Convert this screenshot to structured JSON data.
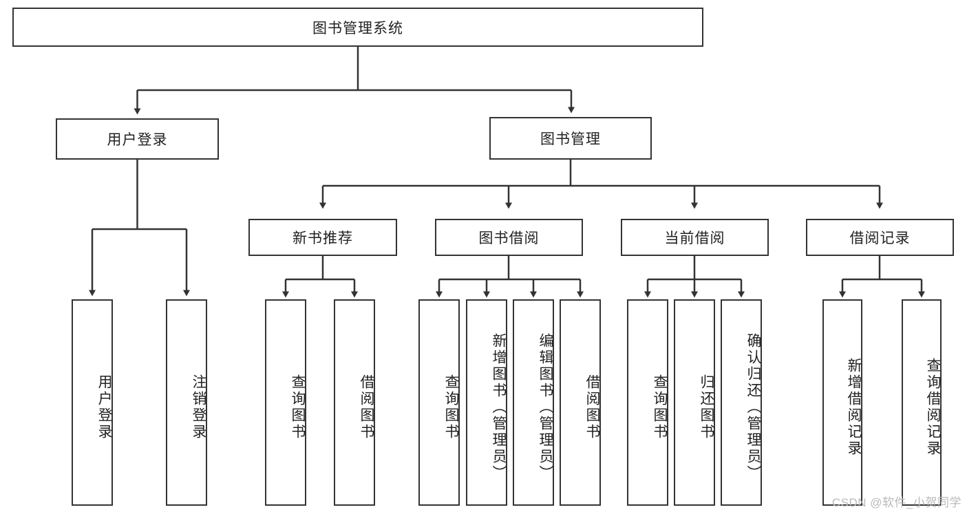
{
  "diagram": {
    "title": "图书管理系统",
    "type": "tree-hierarchy",
    "root": {
      "label": "图书管理系统"
    },
    "level1": [
      {
        "label": "用户登录"
      },
      {
        "label": "图书管理"
      }
    ],
    "level2": [
      {
        "label": "新书推荐"
      },
      {
        "label": "图书借阅"
      },
      {
        "label": "当前借阅"
      },
      {
        "label": "借阅记录"
      }
    ],
    "leaves": {
      "user_login": [
        {
          "label": "用户登录"
        },
        {
          "label": "注销登录"
        }
      ],
      "new_book_recommend": [
        {
          "label": "查询图书"
        },
        {
          "label": "借阅图书"
        }
      ],
      "book_borrow": [
        {
          "label": "查询图书"
        },
        {
          "label": "新增图书（管理员）"
        },
        {
          "label": "编辑图书（管理员）"
        },
        {
          "label": "借阅图书"
        }
      ],
      "current_borrow": [
        {
          "label": "查询图书"
        },
        {
          "label": "归还图书"
        },
        {
          "label": "确认归还（管理员）"
        }
      ],
      "borrow_records": [
        {
          "label": "新增借阅记录"
        },
        {
          "label": "查询借阅记录"
        }
      ]
    }
  },
  "watermark": {
    "text": "CSDN @软件_小贺同学"
  },
  "colors": {
    "border": "#333333",
    "background": "#ffffff",
    "text": "#222222",
    "watermark": "#b9b9b9"
  }
}
